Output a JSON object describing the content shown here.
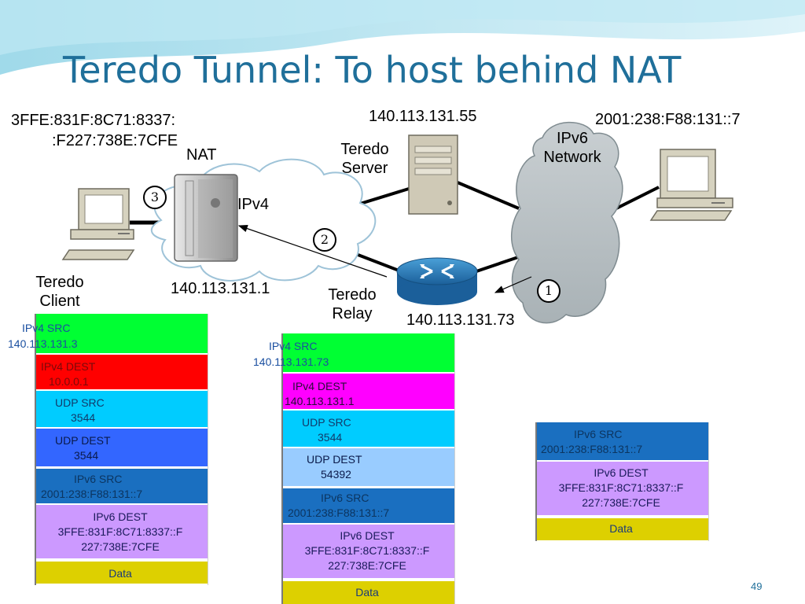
{
  "slide": {
    "title": "Teredo Tunnel: To host behind NAT",
    "page_number": "49"
  },
  "labels": {
    "client_ipv6_line1": "3FFE:831F:8C71:8337:",
    "client_ipv6_line2": ":F227:738E:7CFE",
    "nat": "NAT",
    "ipv4_cloud": "IPv4",
    "nat_ip": "140.113.131.1",
    "teredo_client_line1": "Teredo",
    "teredo_client_line2": "Client",
    "server_ip": "140.113.131.55",
    "teredo_server_line1": "Teredo",
    "teredo_server_line2": "Server",
    "teredo_relay_line1": "Teredo",
    "teredo_relay_line2": "Relay",
    "relay_ip": "140.113.131.73",
    "ipv6_host_ip": "2001:238:F88:131::7",
    "ipv6_network_line1": "IPv6",
    "ipv6_network_line2": "Network"
  },
  "steps": {
    "step1": "1",
    "step2": "2",
    "step3": "3"
  },
  "packet_stack_1": {
    "ipv4_src": [
      "IPv4 SRC",
      "140.113.131.3"
    ],
    "ipv4_dest": [
      "IPv4 DEST",
      "10.0.0.1"
    ],
    "udp_src": [
      "UDP SRC",
      "3544"
    ],
    "udp_dest": [
      "UDP DEST",
      "3544"
    ],
    "ipv6_src": [
      "IPv6 SRC",
      "2001:238:F88:131::7"
    ],
    "ipv6_dest": [
      "IPv6 DEST",
      "3FFE:831F:8C71:8337::F",
      "227:738E:7CFE"
    ],
    "data": "Data"
  },
  "packet_stack_2": {
    "ipv4_src": [
      "IPv4 SRC",
      "140.113.131.73"
    ],
    "ipv4_dest": [
      "IPv4 DEST",
      "140.113.131.1"
    ],
    "udp_src": [
      "UDP SRC",
      "3544"
    ],
    "udp_dest": [
      "UDP DEST",
      "54392"
    ],
    "ipv6_src": [
      "IPv6 SRC",
      "2001:238:F88:131::7"
    ],
    "ipv6_dest": [
      "IPv6 DEST",
      "3FFE:831F:8C71:8337::F",
      "227:738E:7CFE"
    ],
    "data": "Data"
  },
  "packet_stack_3": {
    "ipv6_src": [
      "IPv6 SRC",
      "2001:238:F88:131::7"
    ],
    "ipv6_dest": [
      "IPv6 DEST",
      "3FFE:831F:8C71:8337::F",
      "227:738E:7CFE"
    ],
    "data": "Data"
  },
  "colors": {
    "title": "#1f6f9a",
    "ipv4_src": "#00ff33",
    "ipv4_dest_client": "#ff0000",
    "ipv4_dest_relay": "#ff00ff",
    "udp_src": "#00ccff",
    "udp_dest_client": "#3366ff",
    "udp_dest_relay": "#99ccff",
    "ipv6_src": "#1a6fc0",
    "ipv6_dest": "#cc99ff",
    "data": "#ddd000"
  }
}
